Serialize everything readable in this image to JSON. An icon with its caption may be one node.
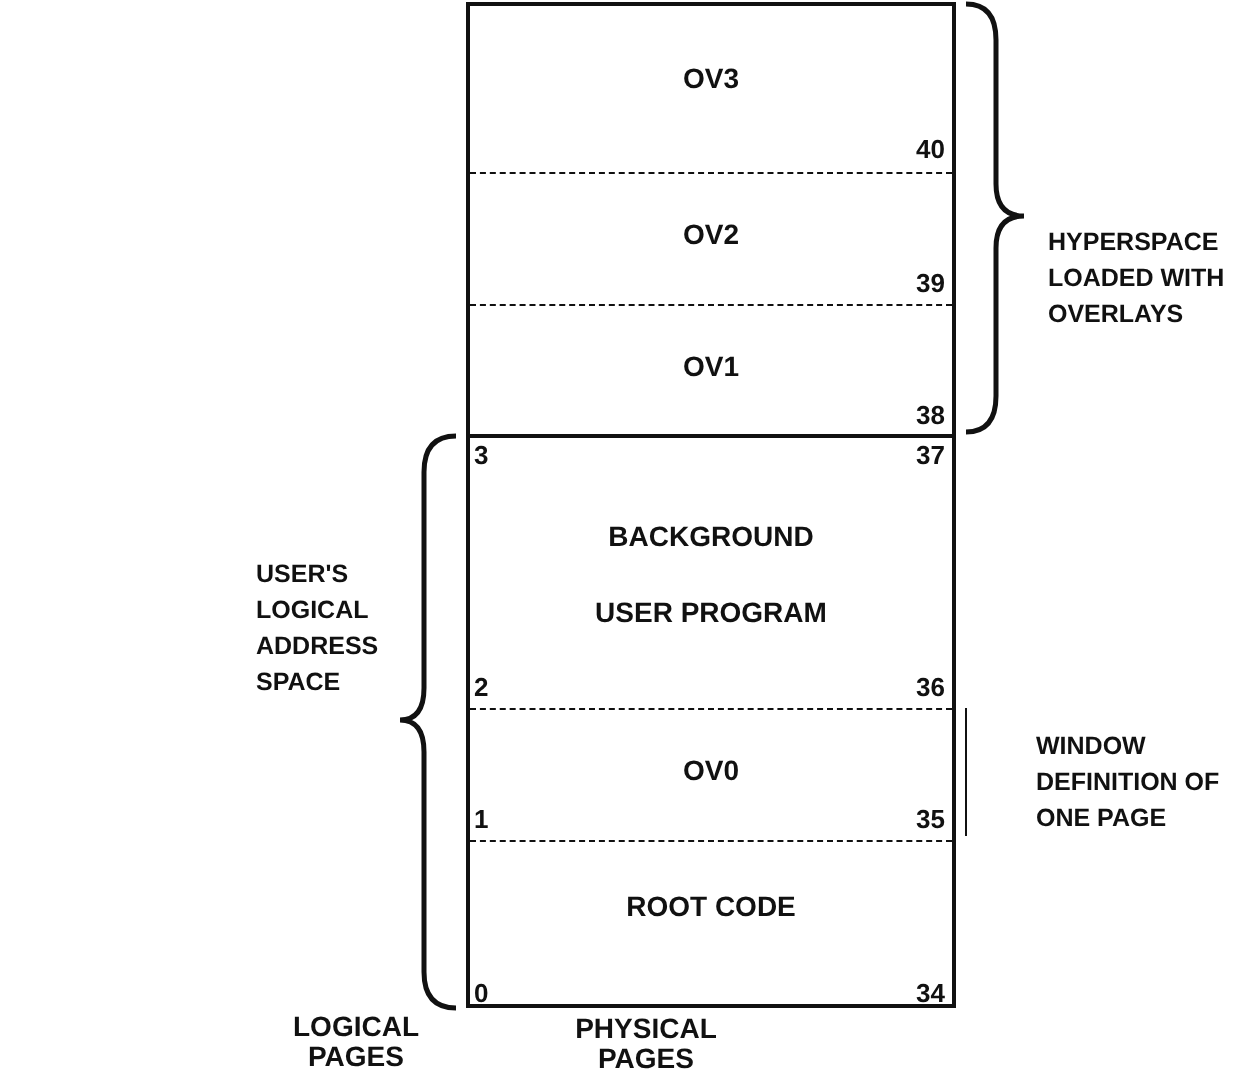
{
  "diagram": {
    "nodes": [
      {
        "text": [],
        "shape": "box"
      },
      {
        "text": [
          "OV3"
        ],
        "in": 0
      },
      {
        "text": [
          "OV2"
        ],
        "in": 0
      },
      {
        "text": [
          "OV1"
        ],
        "in": 0
      },
      {
        "text": [
          "BACKGROUND USER PROGRAM"
        ],
        "in": 0
      },
      {
        "text": [
          "OV0"
        ],
        "in": 0
      },
      {
        "text": [
          "ROOT CODE"
        ],
        "in": 0
      }
    ],
    "edges": [],
    "labels": [
      "40",
      "HYPERSPACE LOADED WITH OVERLAYS",
      "39",
      "38",
      "3",
      "37",
      "USER'S LOGICAL ADDRESS SPACE",
      "2",
      "36",
      "WINDOW DEFINITION OF ONE PAGE",
      "1",
      "35",
      "0",
      "34",
      "LOGICAL PAGES",
      "PHYSICAL PAGES"
    ]
  }
}
